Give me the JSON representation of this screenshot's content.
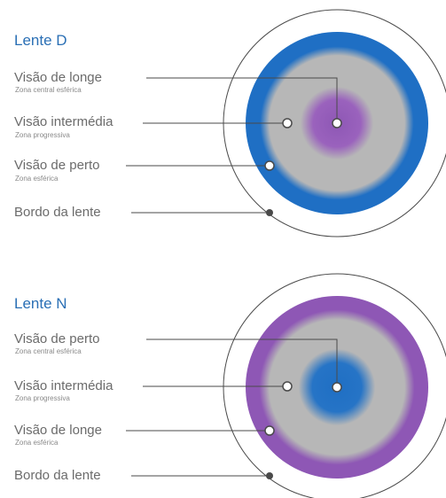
{
  "lenses": [
    {
      "title": "Lente D",
      "colors": {
        "center": "#8e57b5",
        "outer": "#1f6fc4",
        "middle": "#b7b7b7",
        "rim": "#ffffff"
      },
      "rows": [
        {
          "label": "Visão de longe",
          "sub": "Zona central esférica"
        },
        {
          "label": "Visão intermédia",
          "sub": "Zona progressiva"
        },
        {
          "label": "Visão de perto",
          "sub": "Zona esférica"
        },
        {
          "label": "Bordo da lente",
          "sub": ""
        }
      ]
    },
    {
      "title": "Lente N",
      "colors": {
        "center": "#1f6fc4",
        "outer": "#8e57b5",
        "middle": "#b7b7b7",
        "rim": "#ffffff"
      },
      "rows": [
        {
          "label": "Visão de perto",
          "sub": "Zona central esférica"
        },
        {
          "label": "Visão intermédia",
          "sub": "Zona progressiva"
        },
        {
          "label": "Visão de longe",
          "sub": "Zona esférica"
        },
        {
          "label": "Bordo da lente",
          "sub": ""
        }
      ]
    }
  ]
}
